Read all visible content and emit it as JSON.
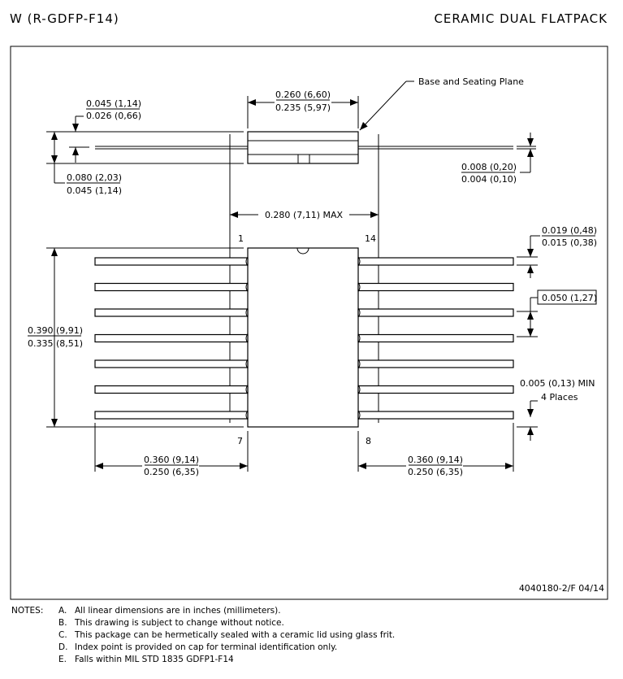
{
  "header": {
    "left_title": "W (R-GDFP-F14)",
    "right_title": "CERAMIC DUAL FLATPACK"
  },
  "side_view": {
    "body_width": [
      "0.260 (6,60)",
      "0.235 (5,97)"
    ],
    "base_label": "Base and Seating Plane",
    "lead_thickness_top": [
      "0.045 (1,14)",
      "0.026 (0,66)"
    ],
    "height": [
      "0.080 (2,03)",
      "0.045 (1,14)"
    ],
    "lead_thk": [
      "0.008 (0,20)",
      "0.004 (0,10)"
    ],
    "max_width": "0.280 (7,11) MAX"
  },
  "top_view": {
    "pins": {
      "p1": "1",
      "p14": "14",
      "p7": "7",
      "p8": "8"
    },
    "lead_width": [
      "0.019 (0,48)",
      "0.015 (0,38)"
    ],
    "pitch": "0.050 (1,27)",
    "body_length": [
      "0.390 (9,91)",
      "0.335 (8,51)"
    ],
    "min_gap": "0.005 (0,13) MIN",
    "min_gap_note": "4 Places",
    "lead_left": [
      "0.360 (9,14)",
      "0.250 (6,35)"
    ],
    "lead_right": [
      "0.360 (9,14)",
      "0.250 (6,35)"
    ]
  },
  "drawing_number": "4040180-2/F  04/14",
  "notes": {
    "label": "NOTES:",
    "items": [
      {
        "letter": "A.",
        "text": "All linear dimensions are in inches (millimeters)."
      },
      {
        "letter": "B.",
        "text": "This drawing is subject to change without notice."
      },
      {
        "letter": "C.",
        "text": "This package can be hermetically sealed with a ceramic lid using glass frit."
      },
      {
        "letter": "D.",
        "text": "Index point is provided on cap for terminal identification only."
      },
      {
        "letter": "E.",
        "text": "Falls within MIL STD 1835 GDFP1-F14"
      }
    ]
  }
}
